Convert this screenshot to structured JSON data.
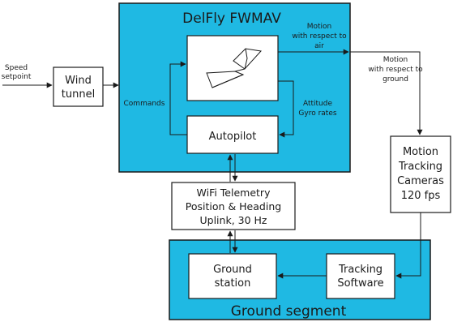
{
  "inputs": {
    "speed_line1": "Speed",
    "speed_line2": "setpoint"
  },
  "wind_tunnel": {
    "line1": "Wind",
    "line2": "tunnel"
  },
  "delfly": {
    "title": "DelFly FWMAV",
    "motion_air_line1": "Motion",
    "motion_air_line2": "with respect to",
    "motion_air_line3": "air",
    "commands": "Commands",
    "attitude_line1": "Attitude",
    "attitude_line2": "Gyro rates",
    "autopilot": "Autopilot"
  },
  "motion_ground": {
    "line1": "Motion",
    "line2": "with respect to",
    "line3": "ground"
  },
  "cameras": {
    "line1": "Motion",
    "line2": "Tracking",
    "line3": "Cameras",
    "line4": "120 fps"
  },
  "telemetry": {
    "line1": "WiFi Telemetry",
    "line2": "Position & Heading",
    "line3": "Uplink, 30 Hz"
  },
  "ground_segment": {
    "title": "Ground segment",
    "station_line1": "Ground",
    "station_line2": "station",
    "tracking_line1": "Tracking",
    "tracking_line2": "Software"
  },
  "colors": {
    "panel": "#1fb9e3",
    "box": "#ffffff",
    "line": "#1a1a1a"
  }
}
